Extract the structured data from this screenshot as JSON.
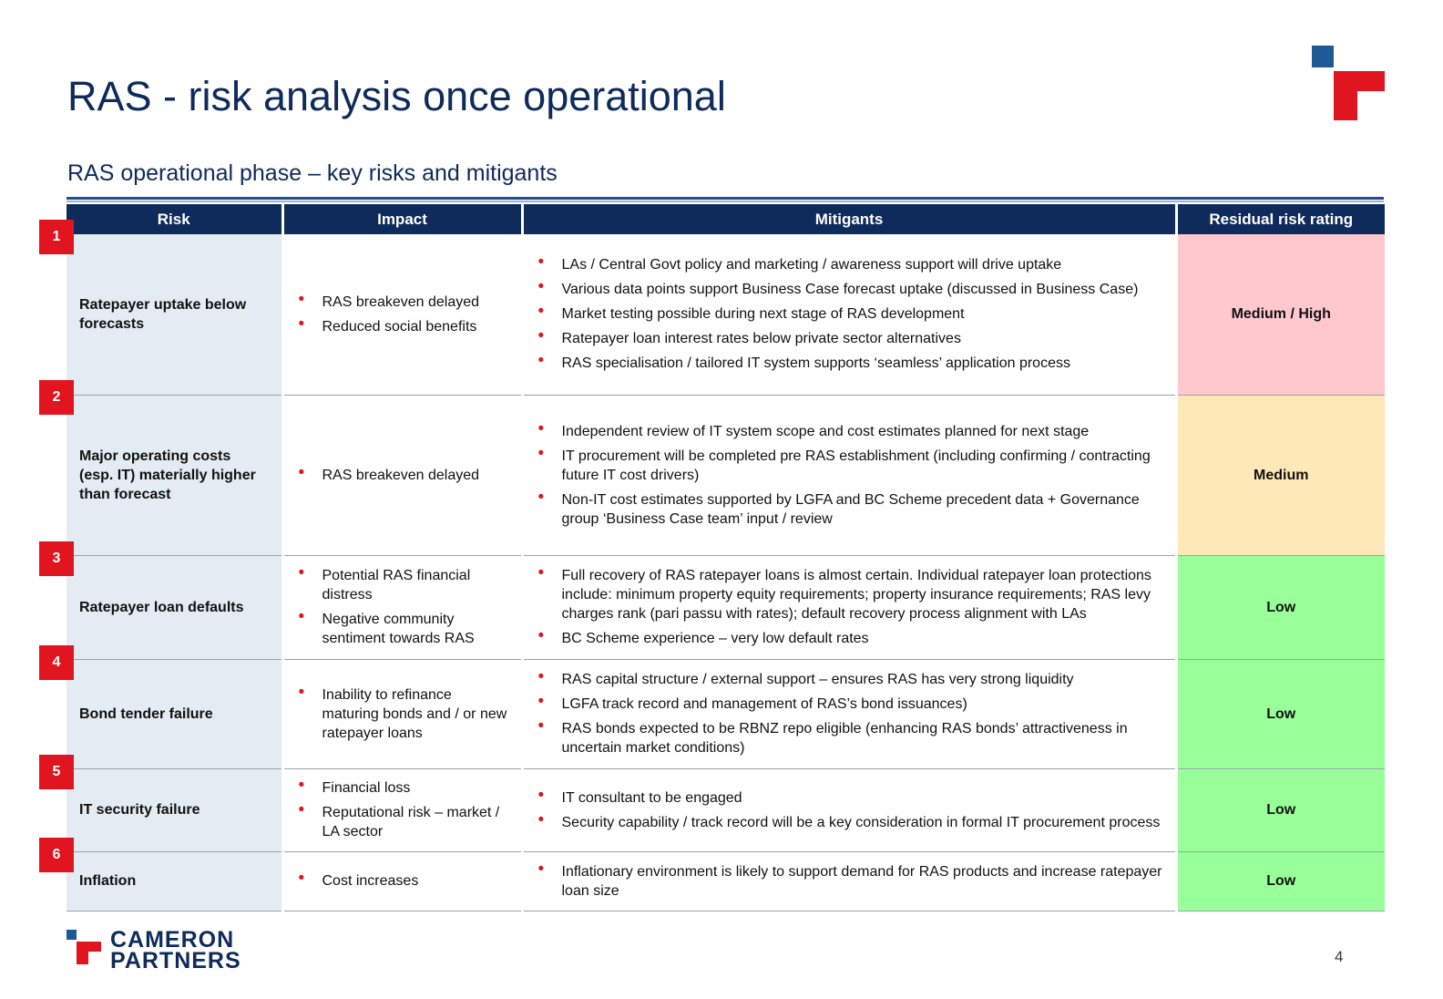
{
  "slide": {
    "title": "RAS - risk analysis once operational",
    "subtitle": "RAS operational phase – key risks and mitigants",
    "page_number": "4"
  },
  "table": {
    "headers": [
      "Risk",
      "Impact",
      "Mitigants",
      "Residual risk rating"
    ],
    "rows": [
      {
        "number": "1",
        "risk": "Ratepayer uptake below forecasts",
        "impacts": [
          "RAS breakeven delayed",
          "Reduced social benefits"
        ],
        "mitigants": [
          "LAs / Central Govt policy and marketing / awareness support will drive uptake",
          "Various data points support Business Case forecast uptake (discussed in Business Case)",
          "Market testing possible during next stage of RAS development",
          "Ratepayer loan interest rates below private sector alternatives",
          "RAS specialisation / tailored IT system supports ‘seamless’ application process"
        ],
        "rating": "Medium / High",
        "rating_color": "#ffc7ce"
      },
      {
        "number": "2",
        "risk": "Major operating costs (esp. IT) materially higher than forecast",
        "impacts": [
          "RAS breakeven delayed"
        ],
        "mitigants": [
          "Independent review of IT system scope and cost estimates planned for next stage",
          "IT procurement will be completed pre RAS establishment (including confirming / contracting future IT cost drivers)",
          "Non-IT cost estimates supported by LGFA and BC Scheme precedent data + Governance group ‘Business Case team’ input / review"
        ],
        "rating": "Medium",
        "rating_color": "#ffe8b8"
      },
      {
        "number": "3",
        "risk": "Ratepayer loan defaults",
        "impacts": [
          "Potential RAS financial distress",
          "Negative community sentiment towards RAS"
        ],
        "mitigants": [
          "Full recovery of RAS ratepayer loans is almost certain. Individual ratepayer loan protections include: minimum property equity requirements; property insurance requirements; RAS levy charges rank (pari passu with rates); default recovery process alignment with LAs",
          "BC Scheme experience – very low default rates"
        ],
        "rating": "Low",
        "rating_color": "#99ff99"
      },
      {
        "number": "4",
        "risk": "Bond tender failure",
        "impacts": [
          "Inability to refinance maturing bonds and / or new ratepayer loans"
        ],
        "mitigants": [
          "RAS capital structure / external support – ensures RAS has very strong liquidity",
          "LGFA track record and management of RAS’s bond issuances)",
          "RAS bonds expected to be RBNZ repo eligible (enhancing RAS bonds’ attractiveness in uncertain market conditions)"
        ],
        "rating": "Low",
        "rating_color": "#99ff99"
      },
      {
        "number": "5",
        "risk": "IT security failure",
        "impacts": [
          "Financial loss",
          "Reputational risk – market / LA sector"
        ],
        "mitigants": [
          "IT consultant to be engaged",
          "Security capability / track record will be a key consideration in formal IT procurement process"
        ],
        "rating": "Low",
        "rating_color": "#99ff99"
      },
      {
        "number": "6",
        "risk": "Inflation",
        "impacts": [
          "Cost increases"
        ],
        "mitigants": [
          "Inflationary environment is likely to support demand for RAS products and increase ratepayer loan size"
        ],
        "rating": "Low",
        "rating_color": "#99ff99"
      }
    ]
  },
  "brand": {
    "line1": "CAMERON",
    "line2": "PARTNERS",
    "navy": "#0e2b5c",
    "red": "#e0151f",
    "blue": "#1f4f92"
  }
}
